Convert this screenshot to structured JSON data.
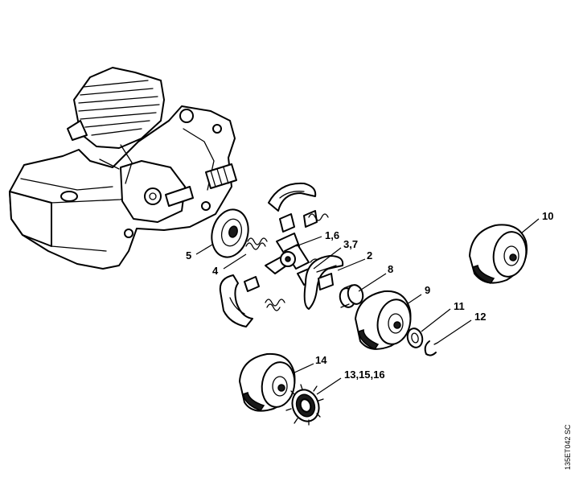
{
  "callouts": {
    "p1_6": "1,6",
    "p2": "2",
    "p3_7": "3,7",
    "p4": "4",
    "p5": "5",
    "p8": "8",
    "p9": "9",
    "p10": "10",
    "p11": "11",
    "p12": "12",
    "p13_15_16": "13,15,16",
    "p14": "14"
  },
  "drawing_code": "135ET042 SC",
  "colors": {
    "line": "#000000",
    "background": "#ffffff"
  }
}
